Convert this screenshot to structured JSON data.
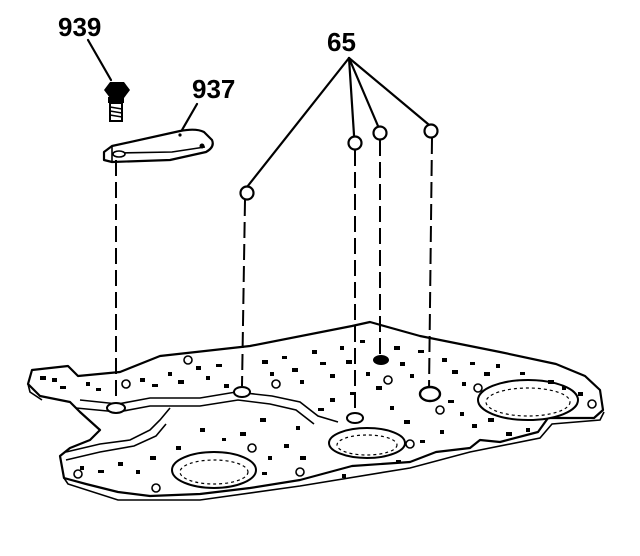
{
  "labels": {
    "bolt": "939",
    "bracket": "937",
    "ball_checks": "65"
  },
  "colors": {
    "ink": "#000000",
    "paper": "#ffffff"
  }
}
